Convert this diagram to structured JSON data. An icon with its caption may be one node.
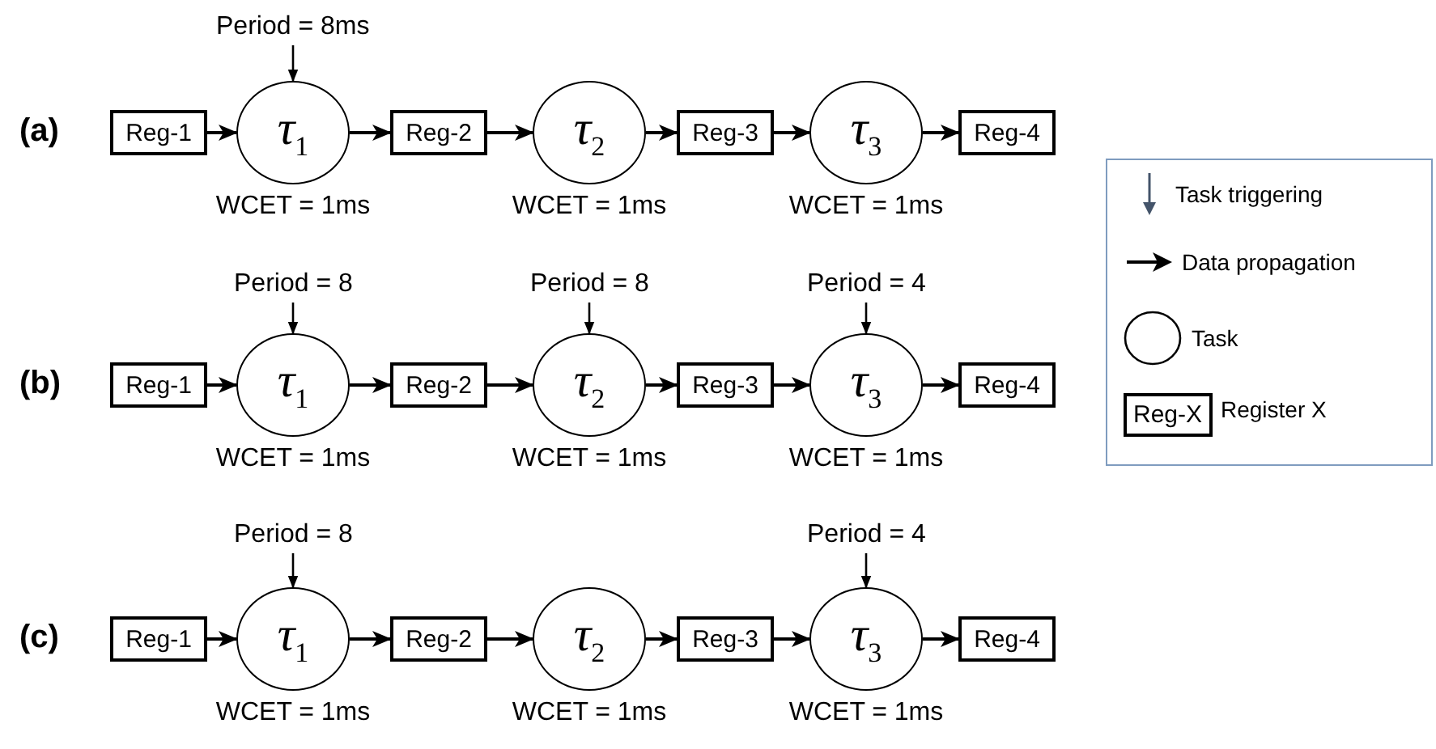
{
  "diagram": {
    "nodes": [
      {
        "text": [
          "Period = 8ms"
        ]
      },
      {
        "text": [
          "Reg-1"
        ]
      },
      {
        "text": [
          "τ$_{1}$"
        ],
        "beside": [
          "WCET = 1ms"
        ]
      },
      {
        "text": [
          "Reg-2"
        ]
      },
      {
        "text": [
          "τ$_{2}$"
        ],
        "beside": [
          "WCET = 1ms"
        ]
      },
      {
        "text": [
          "Reg-3"
        ]
      },
      {
        "text": [
          "τ$_{3}$"
        ],
        "beside": [
          "WCET = 1ms"
        ]
      },
      {
        "text": [
          "Reg-4"
        ]
      },
      {
        "text": [
          "Period = 8"
        ]
      },
      {
        "text": [
          "Period = 8"
        ]
      },
      {
        "text": [
          "Period = 4"
        ]
      },
      {
        "text": [
          "Reg-1"
        ]
      },
      {
        "text": [
          "τ$_{1}$"
        ],
        "beside": [
          "WCET = 1ms"
        ]
      },
      {
        "text": [
          "Reg-2"
        ]
      },
      {
        "text": [
          "τ$_{2}$"
        ],
        "beside": [
          "WCET = 1ms"
        ]
      },
      {
        "text": [
          "Reg-3"
        ]
      },
      {
        "text": [
          "τ$_{3}$"
        ],
        "beside": [
          "WCET = 1ms"
        ]
      },
      {
        "text": [
          "Reg-4"
        ]
      },
      {
        "text": [
          "Period = 8"
        ]
      },
      {
        "text": [
          "Period = 4"
        ]
      },
      {
        "text": [
          "Reg-1"
        ]
      },
      {
        "text": [
          "τ$_{1}$"
        ],
        "beside": [
          "WCET = 1ms"
        ]
      },
      {
        "text": [
          "Reg-2"
        ]
      },
      {
        "text": [
          "τ$_{2}$"
        ],
        "beside": [
          "WCET = 1ms"
        ]
      },
      {
        "text": [
          "Reg-3"
        ]
      },
      {
        "text": [
          "τ$_{3}$"
        ],
        "beside": [
          "WCET = 1ms"
        ]
      },
      {
        "text": [
          "Reg-4"
        ]
      }
    ],
    "edges": [
      {
        "from": 0,
        "to": 2,
        "arrow": "to"
      },
      {
        "from": 1,
        "to": 2,
        "arrow": "to"
      },
      {
        "from": 2,
        "to": 3,
        "arrow": "to"
      },
      {
        "from": 3,
        "to": 4,
        "arrow": "to"
      },
      {
        "from": 4,
        "to": 5,
        "arrow": "to"
      },
      {
        "from": 5,
        "to": 6,
        "arrow": "to"
      },
      {
        "from": 6,
        "to": 7,
        "arrow": "to"
      },
      {
        "from": 8,
        "to": 12,
        "arrow": "to"
      },
      {
        "from": 9,
        "to": 14,
        "arrow": "to"
      },
      {
        "from": 10,
        "to": 16,
        "arrow": "to"
      },
      {
        "from": 11,
        "to": 12,
        "arrow": "to"
      },
      {
        "from": 12,
        "to": 13,
        "arrow": "to"
      },
      {
        "from": 13,
        "to": 14,
        "arrow": "to"
      },
      {
        "from": 14,
        "to": 15,
        "arrow": "to"
      },
      {
        "from": 15,
        "to": 16,
        "arrow": "to"
      },
      {
        "from": 16,
        "to": 17,
        "arrow": "to"
      },
      {
        "from": 18,
        "to": 21,
        "arrow": "to"
      },
      {
        "from": 19,
        "to": 25,
        "arrow": "to"
      },
      {
        "from": 20,
        "to": 21,
        "arrow": "to"
      },
      {
        "from": 21,
        "to": 22,
        "arrow": "to"
      },
      {
        "from": 22,
        "to": 23,
        "arrow": "to"
      },
      {
        "from": 23,
        "to": 24,
        "arrow": "to"
      },
      {
        "from": 24,
        "to": 25,
        "arrow": "to"
      },
      {
        "from": 25,
        "to": 26,
        "arrow": "to"
      }
    ],
    "labels": [
      "(a)",
      "(b)",
      "(c)",
      "Reg-X"
    ],
    "legend": [
      {
        "text": "Task triggering"
      },
      {
        "text": "Data propagation"
      },
      {
        "text": "Task"
      },
      {
        "text": "Register X"
      }
    ]
  }
}
